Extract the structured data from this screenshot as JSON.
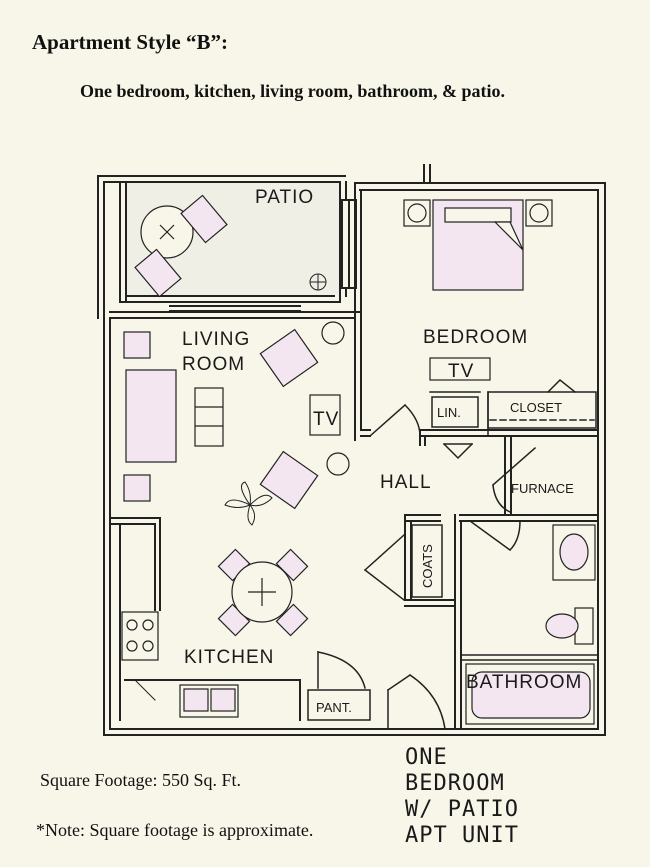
{
  "header": {
    "title": "Apartment Style “B”:",
    "subtitle": "One bedroom, kitchen, living room, bathroom, & patio."
  },
  "rooms": {
    "patio": "PATIO",
    "living_line1": "LIVING",
    "living_line2": "ROOM",
    "bedroom": "BEDROOM",
    "hall": "HALL",
    "kitchen": "KITCHEN",
    "bathroom": "BATHROOM"
  },
  "fixtures": {
    "tv_living": "TV",
    "tv_bedroom": "TV",
    "linen": "LIN.",
    "closet": "CLOSET",
    "furnace": "FURNACE",
    "coats": "COATS",
    "pantry": "PANT."
  },
  "footer": {
    "square_footage": "Square Footage: 550 Sq. Ft.",
    "note": "*Note: Square footage is approximate."
  },
  "unit_label": [
    "ONE",
    "BEDROOM",
    "W/ PATIO",
    "APT UNIT"
  ],
  "colors": {
    "background": "#f7f6e8",
    "wall": "#222222",
    "furniture_fill": "#f4e6f0",
    "patio_fill": "#efefe6"
  }
}
